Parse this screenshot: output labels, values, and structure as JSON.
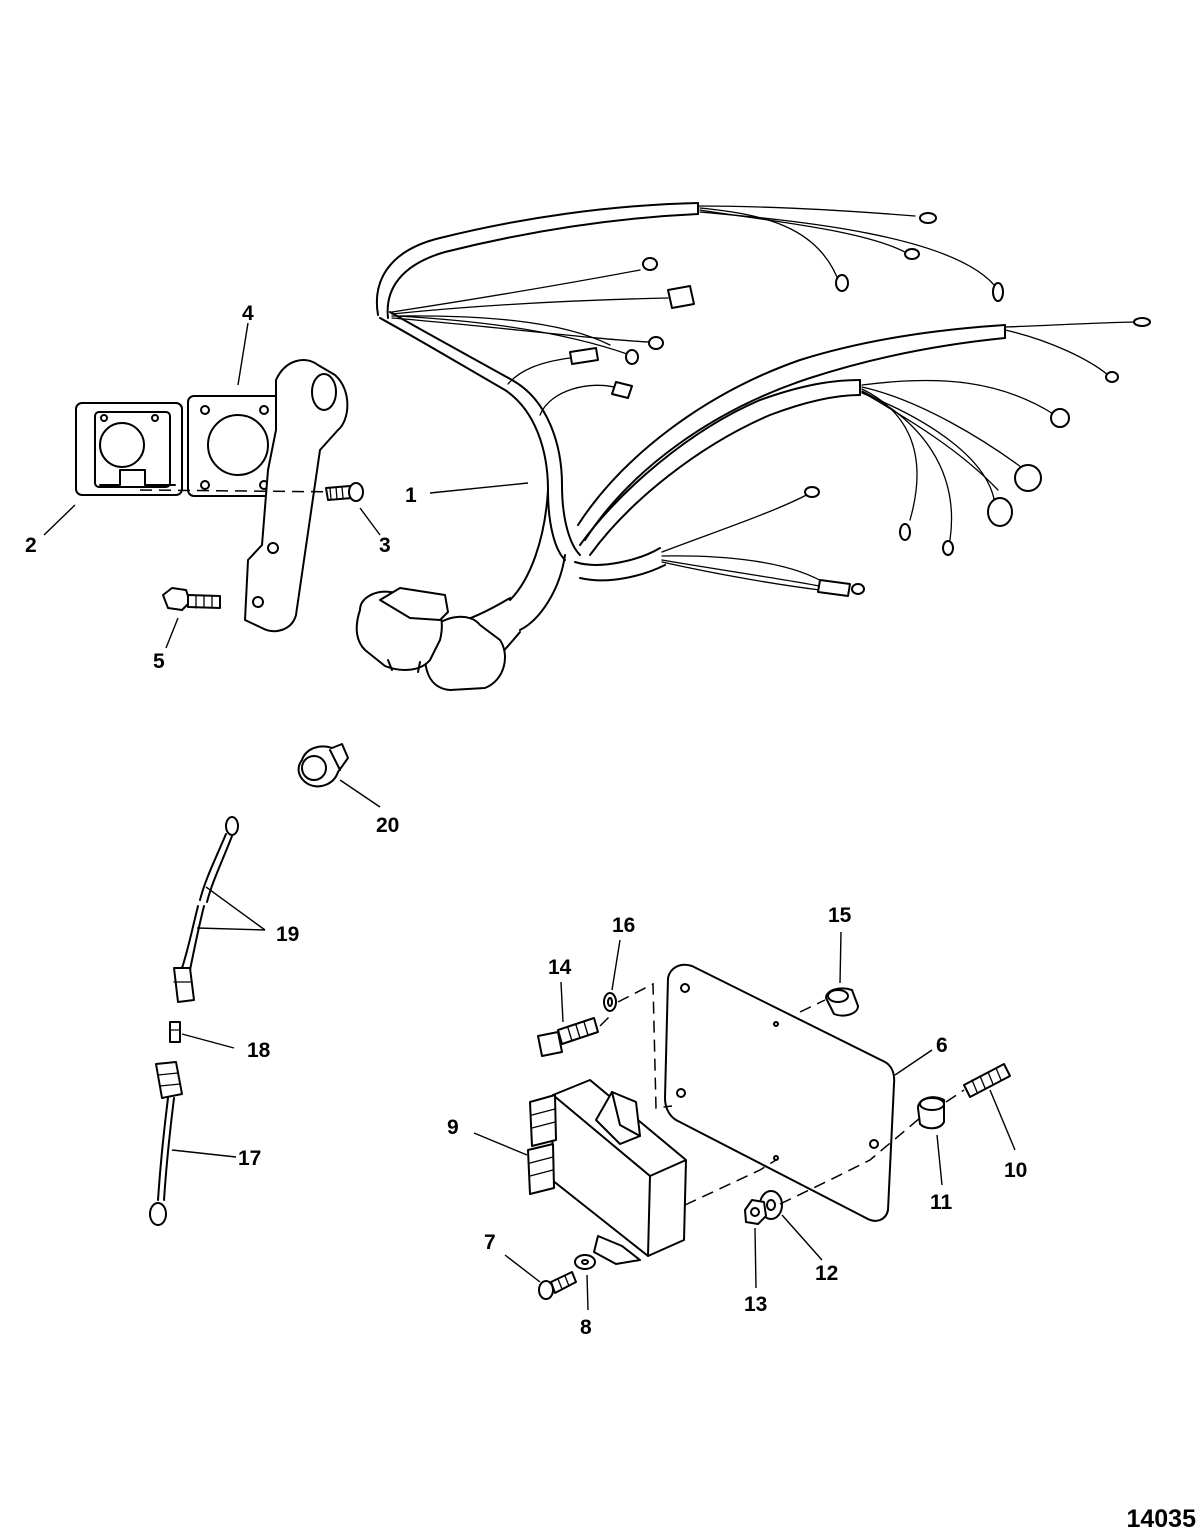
{
  "diagram": {
    "drawing_number": "14035",
    "callouts": {
      "c1": "1",
      "c2": "2",
      "c3": "3",
      "c4": "4",
      "c5": "5",
      "c6": "6",
      "c7": "7",
      "c8": "8",
      "c9": "9",
      "c10": "10",
      "c11": "11",
      "c12": "12",
      "c13": "13",
      "c14": "14",
      "c15": "15",
      "c16": "16",
      "c17": "17",
      "c18": "18",
      "c19": "19",
      "c20": "20"
    }
  }
}
